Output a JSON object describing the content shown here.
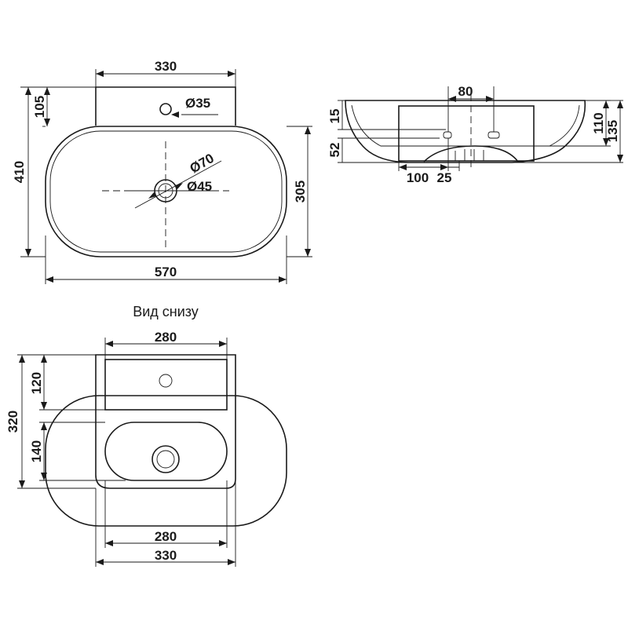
{
  "top_view": {
    "width_330": "330",
    "hole_35": "Ø35",
    "dim_105": "105",
    "dim_410": "410",
    "hole_70": "Ø70",
    "hole_45": "Ø45",
    "dim_305": "305",
    "width_570": "570"
  },
  "side_view": {
    "dim_80": "80",
    "dim_15": "15",
    "dim_52": "52",
    "dim_110": "110",
    "dim_135": "135",
    "dim_100": "100",
    "dim_25": "25"
  },
  "bottom_view": {
    "caption": "Вид снизу",
    "top_280": "280",
    "dim_120": "120",
    "dim_320": "320",
    "dim_140": "140",
    "bottom_280": "280",
    "bottom_330": "330"
  }
}
